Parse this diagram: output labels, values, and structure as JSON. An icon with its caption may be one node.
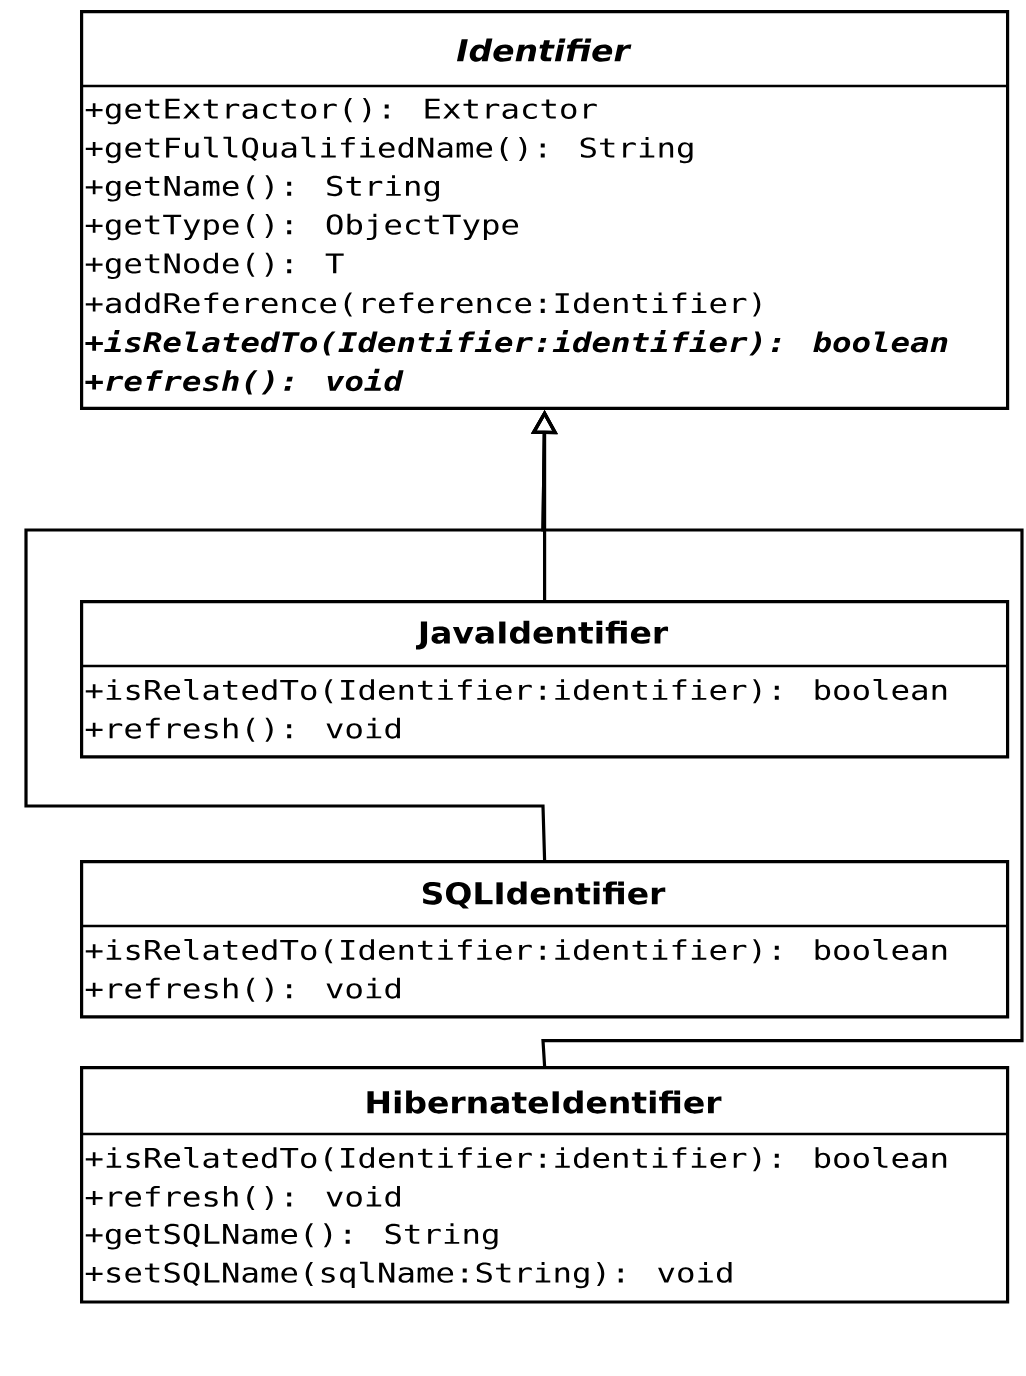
{
  "diagram": {
    "nodes": [
      {
        "text": [
          "Identifier",
          "+getExtractor(): Extractor",
          "+getFullQualifiedName(): String",
          "+getName(): String",
          "+getType(): ObjectType",
          "+getNode(): T",
          "+addReference(reference:Identifier)",
          "+isRelatedTo(Identifier:identifier): boolean",
          "+refresh(): void"
        ]
      },
      {
        "text": [
          "JavaIdentifier",
          "+isRelatedTo(Identifier:identifier): boolean",
          "+refresh(): void"
        ]
      },
      {
        "text": [
          "SQLIdentifier",
          "+isRelatedTo(Identifier:identifier): boolean",
          "+refresh(): void"
        ]
      },
      {
        "text": [
          "HibernateIdentifier",
          "+isRelatedTo(Identifier:identifier): boolean",
          "+refresh(): void",
          "+getSQLName(): String",
          "+setSQLName(sqlName:String): void"
        ]
      }
    ],
    "edges": [
      {
        "from": 1,
        "to": 0,
        "arrow": "to"
      },
      {
        "from": 2,
        "to": 0,
        "arrow": "to"
      },
      {
        "from": 3,
        "to": 0,
        "arrow": "to"
      }
    ]
  }
}
